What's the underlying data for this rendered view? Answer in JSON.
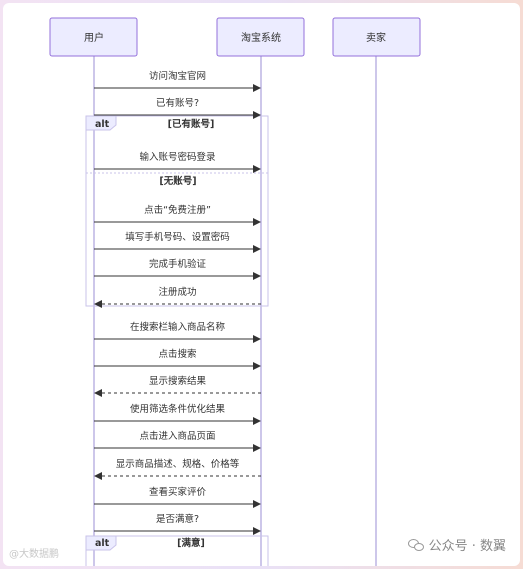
{
  "participants": [
    {
      "label": "用户"
    },
    {
      "label": "淘宝系统"
    },
    {
      "label": "卖家"
    }
  ],
  "messages": [
    {
      "from": 0,
      "to": 1,
      "text": "访问淘宝官网",
      "dashed": false
    },
    {
      "from": 0,
      "to": 1,
      "text": "已有账号?",
      "dashed": false
    },
    {
      "from": 0,
      "to": 1,
      "text": "输入账号密码登录",
      "dashed": false
    },
    {
      "from": 0,
      "to": 1,
      "text": "点击“免费注册”",
      "dashed": false
    },
    {
      "from": 0,
      "to": 1,
      "text": "填写手机号码、设置密码",
      "dashed": false
    },
    {
      "from": 0,
      "to": 1,
      "text": "完成手机验证",
      "dashed": false
    },
    {
      "from": 1,
      "to": 0,
      "text": "注册成功",
      "dashed": true
    },
    {
      "from": 0,
      "to": 1,
      "text": "在搜索栏输入商品名称",
      "dashed": false
    },
    {
      "from": 0,
      "to": 1,
      "text": "点击搜索",
      "dashed": false
    },
    {
      "from": 1,
      "to": 0,
      "text": "显示搜索结果",
      "dashed": true
    },
    {
      "from": 0,
      "to": 1,
      "text": "使用筛选条件优化结果",
      "dashed": false
    },
    {
      "from": 0,
      "to": 1,
      "text": "点击进入商品页面",
      "dashed": false
    },
    {
      "from": 1,
      "to": 0,
      "text": "显示商品描述、规格、价格等",
      "dashed": true
    },
    {
      "from": 0,
      "to": 1,
      "text": "查看买家评价",
      "dashed": false
    },
    {
      "from": 0,
      "to": 1,
      "text": "是否满意?",
      "dashed": false
    }
  ],
  "fragments": [
    {
      "keyword": "alt",
      "conditions": [
        "[已有账号]",
        "[无账号]"
      ]
    },
    {
      "keyword": "alt",
      "conditions": [
        "[满意]"
      ]
    }
  ],
  "footer": {
    "watermark": "@大数据鹏",
    "wechat": "公众号 · 数翼"
  }
}
